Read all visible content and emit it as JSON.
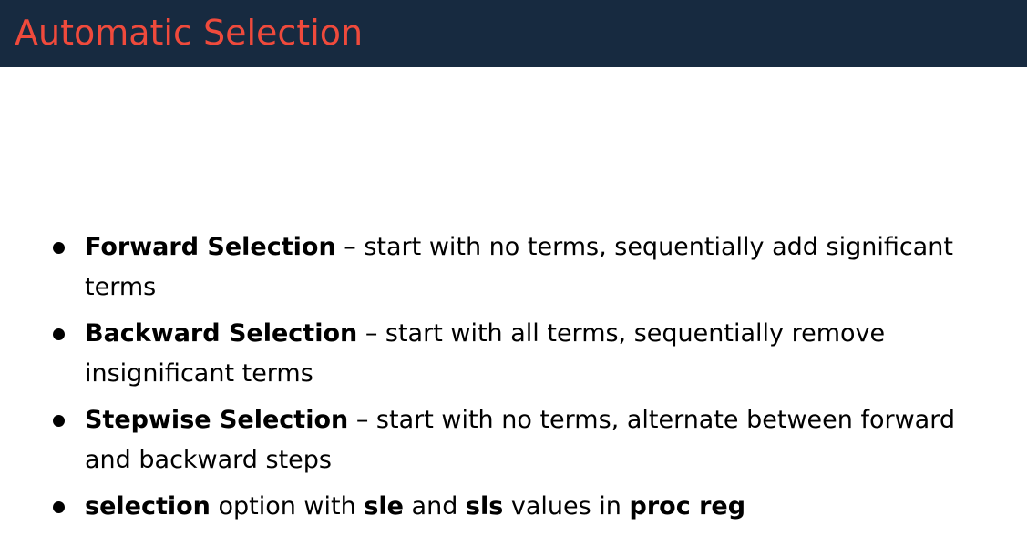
{
  "slide": {
    "title": "Automatic Selection",
    "title_color": "#ef4a3c",
    "title_bar_color": "#172a40"
  },
  "bullets": [
    {
      "term": "Forward Selection",
      "text": " – start with no terms, sequentially add significant terms"
    },
    {
      "term": "Backward Selection",
      "text": " – start with all terms, sequentially remove insignificant terms"
    },
    {
      "term": "Stepwise Selection",
      "text": " – start with no terms, alternate between forward and backward steps"
    },
    {
      "parts": [
        {
          "text": "selection",
          "bold": true
        },
        {
          "text": " option with ",
          "bold": false
        },
        {
          "text": "sle",
          "bold": true
        },
        {
          "text": " and ",
          "bold": false
        },
        {
          "text": "sls",
          "bold": true
        },
        {
          "text": " values in ",
          "bold": false
        },
        {
          "text": "proc reg",
          "bold": true
        }
      ]
    }
  ]
}
